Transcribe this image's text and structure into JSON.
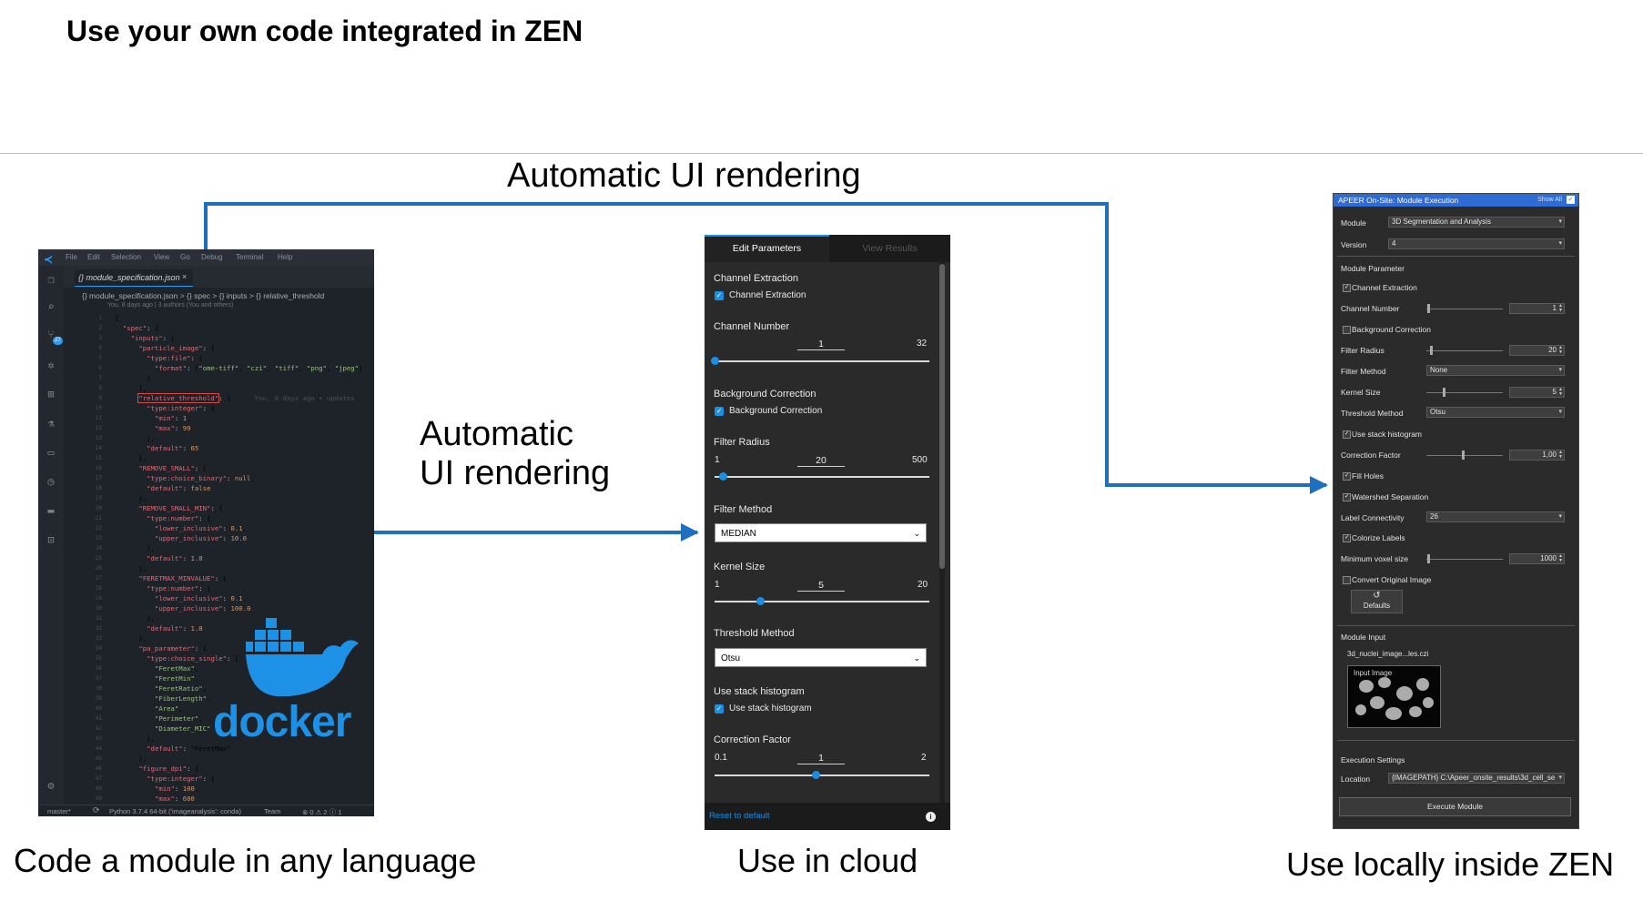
{
  "title": "Use your own code integrated in ZEN",
  "labels": {
    "top_arrow": "Automatic UI rendering",
    "mid_arrow_line1": "Automatic",
    "mid_arrow_line2": "UI rendering",
    "caption_left": "Code a module in any language",
    "caption_mid": "Use in cloud",
    "caption_right": "Use locally inside ZEN"
  },
  "colors": {
    "arrow": "#1f6fbf",
    "docker": "#1d91e6",
    "cloud_accent": "#1a8fe6",
    "zen_title": "#2f6bd4"
  },
  "vscode": {
    "menu": [
      "File",
      "Edit",
      "Selection",
      "View",
      "Go",
      "Debug",
      "Terminal",
      "Help"
    ],
    "tab": "{} module_specification.json",
    "tab_close": "×",
    "breadcrumb": "{} module_specification.json > {} spec > {} inputs > {} relative_threshold",
    "blame": "You, 8 days ago | 3 authors (You and others)",
    "inline_blame": "You, 8 days ago • updates",
    "badge": "27",
    "code_lines": [
      "{",
      "  \"spec\": {",
      "    \"inputs\": {",
      "      \"particle_image\": {",
      "        \"type:file\": {",
      "          \"format\": [\"ome-tiff\", \"czi\", \"tiff\", \"png\", \"jpeg\"]",
      "        }",
      "      },",
      "      \"relative_threshold\": {",
      "        \"type:integer\": {",
      "          \"min\": 1,",
      "          \"max\": 99",
      "        },",
      "        \"default\": 65",
      "      },",
      "      \"REMOVE_SMALL\": {",
      "        \"type:choice_binary\": null,",
      "        \"default\": false",
      "      },",
      "      \"REMOVE_SMALL_MIN\": {",
      "        \"type:number\": {",
      "          \"lower_inclusive\": 0.1,",
      "          \"upper_inclusive\": 10.0",
      "        },",
      "        \"default\": 1.0",
      "      },",
      "      \"FERETMAX_MINVALUE\": {",
      "        \"type:number\": {",
      "          \"lower_inclusive\": 0.1,",
      "          \"upper_inclusive\": 100.0",
      "        },",
      "        \"default\": 1.0",
      "      },",
      "      \"pa_parameter\": {",
      "        \"type:choice_single\": [",
      "          \"FeretMax\",",
      "          \"FeretMin\",",
      "          \"FeretRatio\",",
      "          \"FiberLength\",",
      "          \"Area\",",
      "          \"Perimeter\",",
      "          \"Diameter_MIC\"",
      "        ],",
      "        \"default\": \"FeretMax\"",
      "      },",
      "      \"figure_dpi\": {",
      "        \"type:integer\": {",
      "          \"min\": 100,",
      "          \"max\": 600"
    ],
    "status": {
      "branch": "master*",
      "python": "Python 3.7.4 64-bit ('imageanalysis': conda)",
      "team": "Team",
      "problems": "⊗ 0 ⚠ 2 ⓘ 1"
    },
    "docker_word": "docker"
  },
  "cloud": {
    "tab_active": "Edit Parameters",
    "tab_inactive": "View Results",
    "channel_extraction": {
      "heading": "Channel Extraction",
      "checkbox": "Channel Extraction",
      "checked": true
    },
    "channel_number": {
      "heading": "Channel Number",
      "min": "1",
      "value": "1",
      "max": "32",
      "fraction": 0.0
    },
    "background_correction": {
      "heading": "Background Correction",
      "checkbox": "Background Correction",
      "checked": true
    },
    "filter_radius": {
      "heading": "Filter Radius",
      "min": "1",
      "value": "20",
      "max": "500",
      "fraction": 0.04
    },
    "filter_method": {
      "heading": "Filter Method",
      "selected": "MEDIAN"
    },
    "kernel_size": {
      "heading": "Kernel Size",
      "min": "1",
      "value": "5",
      "max": "20",
      "fraction": 0.21
    },
    "threshold_method": {
      "heading": "Threshold Method",
      "selected": "Otsu"
    },
    "use_stack_histogram": {
      "heading": "Use stack histogram",
      "checkbox": "Use stack histogram",
      "checked": true
    },
    "correction_factor": {
      "heading": "Correction Factor",
      "min": "0.1",
      "value": "1",
      "max": "2",
      "fraction": 0.47
    },
    "reset": "Reset to default",
    "info": "i"
  },
  "zen": {
    "title": "APEER On-Site: Module Execution",
    "show_all": "Show All",
    "module_label": "Module",
    "module_value": "3D Segmentation and Analysis",
    "version_label": "Version",
    "version_value": "4",
    "module_parameter": "Module Parameter",
    "channel_extraction": "Channel Extraction",
    "channel_number": {
      "label": "Channel Number",
      "value": "1"
    },
    "background_correction": "Background Correction",
    "filter_radius": {
      "label": "Filter Radius",
      "value": "20"
    },
    "filter_method": {
      "label": "Filter Method",
      "value": "None"
    },
    "kernel_size": {
      "label": "Kernel Size",
      "value": "5"
    },
    "threshold_method": {
      "label": "Threshold Method",
      "value": "Otsu"
    },
    "use_stack_histogram": "Use stack histogram",
    "correction_factor": {
      "label": "Correction Factor",
      "value": "1,00"
    },
    "fill_holes": "Fill Holes",
    "watershed": "Watershed Separation",
    "label_connectivity": {
      "label": "Label Connectivity",
      "value": "26"
    },
    "colorize_labels": "Colorize Labels",
    "min_voxel": {
      "label": "Minimum voxel size",
      "value": "1000"
    },
    "convert_original": "Convert Original Image",
    "defaults": "Defaults",
    "module_input": "Module Input",
    "input_file": "3d_nuclei_image...les.czi",
    "input_image": "Input Image",
    "execution_settings": "Execution Settings",
    "location_label": "Location",
    "location_value": "{IMAGEPATH} C:\\Apeer_onsite_results\\3d_cell_se",
    "execute": "Execute Module"
  }
}
